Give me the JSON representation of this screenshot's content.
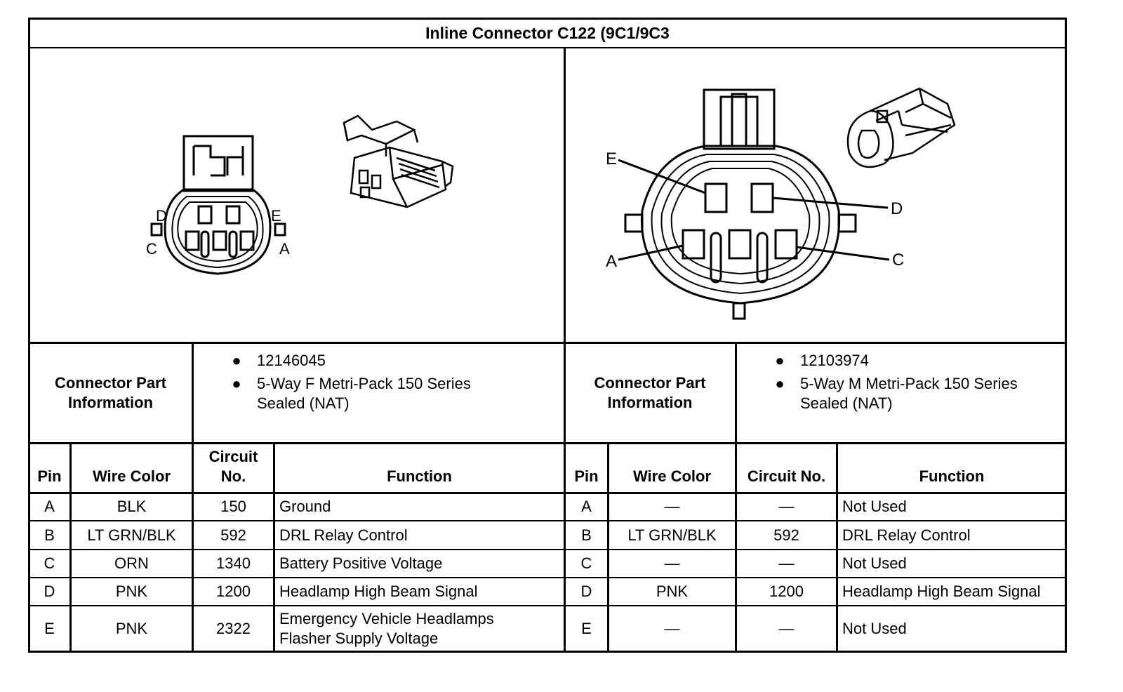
{
  "title": "Inline Connector C122 (9C1/9C3",
  "left": {
    "pin_letters": [
      "D",
      "E",
      "C",
      "A"
    ],
    "connector_part_label": "Connector Part Information",
    "part_info": [
      "12146045",
      "5-Way F Metri-Pack 150 Series\nSealed (NAT)"
    ],
    "headers": {
      "pin": "Pin",
      "wire_color": "Wire Color",
      "circuit": "Circuit\nNo.",
      "function": "Function"
    },
    "rows": [
      {
        "pin": "A",
        "wire_color": "BLK",
        "circuit": "150",
        "function": "Ground"
      },
      {
        "pin": "B",
        "wire_color": "LT GRN/BLK",
        "circuit": "592",
        "function": "DRL Relay Control"
      },
      {
        "pin": "C",
        "wire_color": "ORN",
        "circuit": "1340",
        "function": "Battery Positive Voltage"
      },
      {
        "pin": "D",
        "wire_color": "PNK",
        "circuit": "1200",
        "function": "Headlamp High Beam Signal"
      },
      {
        "pin": "E",
        "wire_color": "PNK",
        "circuit": "2322",
        "function": "Emergency Vehicle Headlamps\nFlasher Supply Voltage"
      }
    ]
  },
  "right": {
    "pin_letters": [
      "E",
      "D",
      "A",
      "C"
    ],
    "connector_part_label": "Connector Part Information",
    "part_info": [
      "12103974",
      "5-Way M Metri-Pack 150 Series\nSealed (NAT)"
    ],
    "headers": {
      "pin": "Pin",
      "wire_color": "Wire Color",
      "circuit": "Circuit No.",
      "function": "Function"
    },
    "rows": [
      {
        "pin": "A",
        "wire_color": "—",
        "circuit": "—",
        "function": "Not Used"
      },
      {
        "pin": "B",
        "wire_color": "LT GRN/BLK",
        "circuit": "592",
        "function": "DRL Relay Control"
      },
      {
        "pin": "C",
        "wire_color": "—",
        "circuit": "—",
        "function": "Not Used"
      },
      {
        "pin": "D",
        "wire_color": "PNK",
        "circuit": "1200",
        "function": "Headlamp High Beam Signal"
      },
      {
        "pin": "E",
        "wire_color": "—",
        "circuit": "—",
        "function": "Not Used"
      }
    ]
  }
}
